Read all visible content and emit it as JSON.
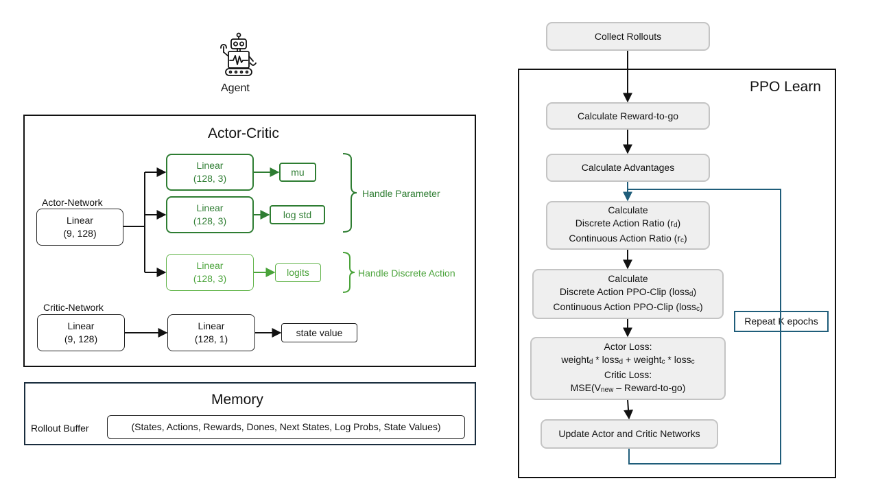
{
  "agent": {
    "label": "Agent",
    "icon": "robot-icon"
  },
  "actor_critic": {
    "title": "Actor-Critic",
    "actor_network": {
      "label": "Actor-Network",
      "input": {
        "name": "Linear",
        "dims": "(9, 128)"
      },
      "heads": [
        {
          "name": "Linear",
          "dims": "(128, 3)",
          "output": "mu"
        },
        {
          "name": "Linear",
          "dims": "(128, 3)",
          "output": "log std"
        },
        {
          "name": "Linear",
          "dims": "(128, 3)",
          "output": "logits"
        }
      ],
      "handle_parameter": "Handle Parameter",
      "handle_discrete": "Handle Discrete Action"
    },
    "critic_network": {
      "label": "Critic-Network",
      "layers": [
        {
          "name": "Linear",
          "dims": "(9, 128)"
        },
        {
          "name": "Linear",
          "dims": "(128, 1)"
        }
      ],
      "output": "state value"
    }
  },
  "memory": {
    "title": "Memory",
    "rollout_label": "Rollout Buffer",
    "rollout_contents": "(States, Actions, Rewards, Dones, Next States, Log Probs, State Values)"
  },
  "ppo": {
    "collect": "Collect Rollouts",
    "title": "PPO Learn",
    "reward_to_go": "Calculate Reward-to-go",
    "advantages": "Calculate Advantages",
    "ratio": {
      "l1": "Calculate",
      "l2_pre": "Discrete Action Ratio (r",
      "l2_sub": "d",
      "l2_post": ")",
      "l3_pre": "Continuous Action Ratio (r",
      "l3_sub": "c",
      "l3_post": ")"
    },
    "clip": {
      "l1": "Calculate",
      "l2_pre": "Discrete Action PPO-Clip (loss",
      "l2_sub": "d",
      "l2_post": ")",
      "l3_pre": "Continuous Action PPO-Clip (loss",
      "l3_sub": "c",
      "l3_post": ")"
    },
    "loss": {
      "l1": "Actor Loss:",
      "l2_a": "weight",
      "l2_a_sub": "d",
      "l2_b": " * loss",
      "l2_b_sub": "d",
      "l2_c": " + weight",
      "l2_c_sub": "c",
      "l2_d": " * loss",
      "l2_d_sub": "c",
      "l3": "Critic Loss:",
      "l4_a": "MSE(V",
      "l4_sub": "new",
      "l4_b": " – Reward-to-go)"
    },
    "update": "Update Actor and Critic Networks",
    "repeat": "Repeat K epochs"
  },
  "colors": {
    "dark_green": "#2e7d32",
    "light_green": "#4aa33a",
    "loop_blue": "#1f5d7a",
    "flow_fill": "#efefef"
  }
}
